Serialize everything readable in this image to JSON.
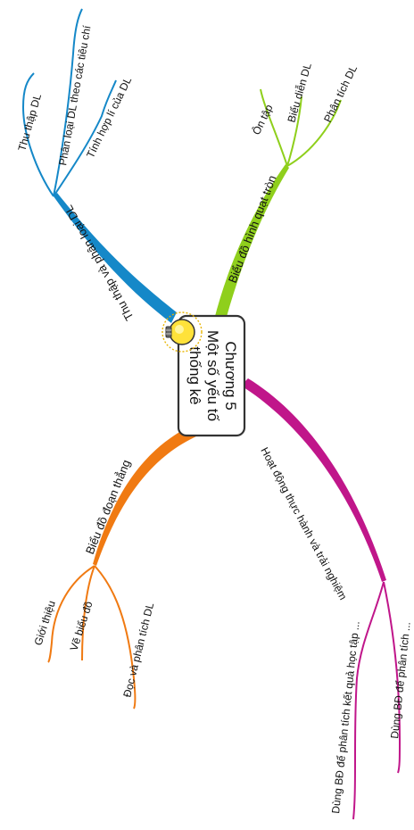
{
  "center": {
    "line1": "Chương 5",
    "line2": "Một số yếu tố",
    "line3": "thống kê"
  },
  "branches": {
    "blue": {
      "color": "#1588c8",
      "label": "Thu thập và phân loại DL",
      "children": [
        "Thu thập DL",
        "Phân loại DL theo các tiêu chí",
        "Tính hợp lí của DL"
      ]
    },
    "green": {
      "color": "#8fcf1c",
      "label": "Biểu đồ hình quạt tròn",
      "children": [
        "Ôn tập",
        "Biểu diễn DL",
        "Phân tích DL"
      ]
    },
    "orange": {
      "color": "#f07a12",
      "label": "Biểu đồ đoạn thẳng",
      "children": [
        "Giới thiệu",
        "Vẽ biểu đồ",
        "Đọc và phân tích DL"
      ]
    },
    "magenta": {
      "color": "#c0168a",
      "label": "Hoạt động thực hành và trải nghiệm",
      "children": [
        "Dùng BĐ để phân tích kết quả học tập ...",
        "Dùng BĐ để phân tích ..."
      ]
    }
  },
  "icons": [
    "lightbulb-icon"
  ]
}
